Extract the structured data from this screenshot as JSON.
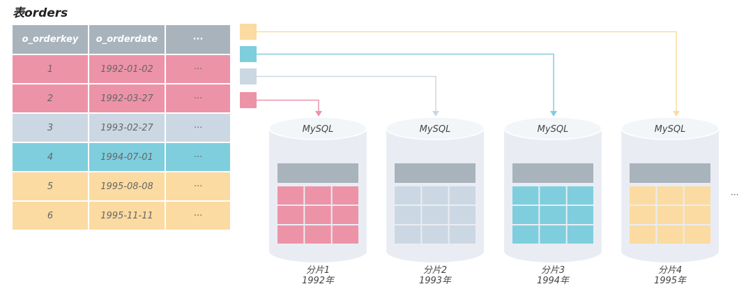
{
  "title": "表orders",
  "table": {
    "headers": [
      "o_orderkey",
      "o_orderdate",
      "···"
    ],
    "rows": [
      {
        "key": "1",
        "date": "1992-01-02",
        "more": "···",
        "color": "#ec93a8"
      },
      {
        "key": "2",
        "date": "1992-03-27",
        "more": "···",
        "color": "#ec93a8"
      },
      {
        "key": "3",
        "date": "1993-02-27",
        "more": "···",
        "color": "#cbd8e3"
      },
      {
        "key": "4",
        "date": "1994-07-01",
        "more": "···",
        "color": "#7fcedd"
      },
      {
        "key": "5",
        "date": "1995-08-08",
        "more": "···",
        "color": "#fbdba1"
      },
      {
        "key": "6",
        "date": "1995-11-11",
        "more": "···",
        "color": "#fbdba1"
      }
    ]
  },
  "shards": [
    {
      "db": "MySQL",
      "name": "分片1",
      "year": "1992年",
      "color": "#ec93a8"
    },
    {
      "db": "MySQL",
      "name": "分片2",
      "year": "1993年",
      "color": "#cbd8e3"
    },
    {
      "db": "MySQL",
      "name": "分片3",
      "year": "1994年",
      "color": "#7fcedd"
    },
    {
      "db": "MySQL",
      "name": "分片4",
      "year": "1995年",
      "color": "#fbdba1"
    }
  ],
  "more_label": "···",
  "colors": {
    "header": "#a9b3bb",
    "cylinder": "#e9edf3",
    "cylinder_top": "#f3f6f9",
    "table_header": "#a9b3bb"
  }
}
